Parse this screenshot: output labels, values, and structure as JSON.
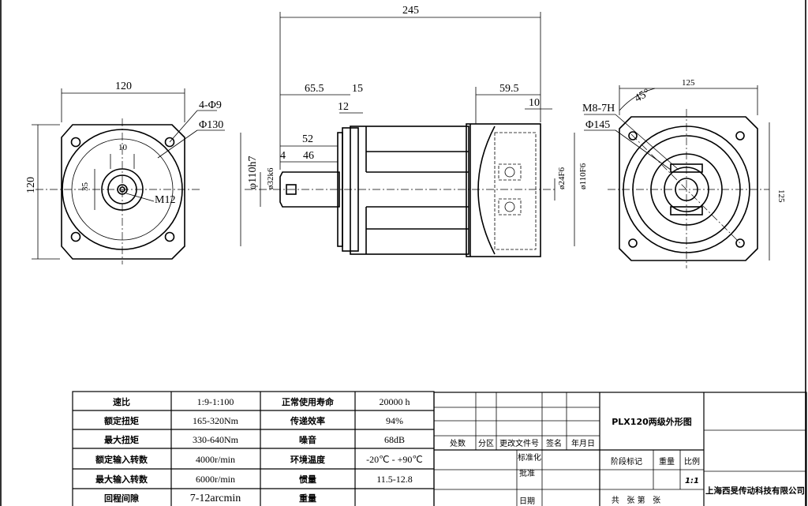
{
  "drawing": {
    "front_view_dims": {
      "width": "120",
      "height": "120",
      "holes": "4-Φ9",
      "pcd": "Φ130",
      "key": "10",
      "shaft": "35",
      "thread": "M12"
    },
    "side_view_dims": {
      "overall": "245",
      "d1": "65.5",
      "d2": "15",
      "d3": "12",
      "d4": "52",
      "d5": "4",
      "d6": "46",
      "d7": "59.5",
      "d8": "10",
      "dia_flange": "φ110h7",
      "dia_shaft": "ø32k6",
      "dia_bore": "ø24F6",
      "dia_pilot": "ø110F6"
    },
    "rear_view_dims": {
      "width": "125",
      "height": "125",
      "angle": "45°",
      "thread": "M8-7H",
      "pcd": "Φ145"
    }
  },
  "spec_table": {
    "rows": [
      [
        "速比",
        "1:9-1:100",
        "正常使用寿命",
        "20000 h"
      ],
      [
        "额定扭矩",
        "165-320Nm",
        "传递效率",
        "94%"
      ],
      [
        "最大扭矩",
        "330-640Nm",
        "噪音",
        "68dB"
      ],
      [
        "额定输入转数",
        "4000r/min",
        "环境温度",
        "-20℃ - +90℃"
      ],
      [
        "最大输入转数",
        "6000r/min",
        "惯量",
        "11.5-12.8"
      ],
      [
        "回程间隙",
        "7-12arcmin",
        "重量",
        ""
      ]
    ]
  },
  "title_block": {
    "rev_headers": [
      "处数",
      "分区",
      "更改文件号",
      "签名",
      "年月日"
    ],
    "standardization": "标准化",
    "approval": "批准",
    "date": "日期",
    "title": "PLX120两级外形图",
    "stage_mark": "阶段标记",
    "weight": "重量",
    "scale_label": "比例",
    "scale": "1:1",
    "sheets": "共   张 第   张",
    "company": "上海西旻传动科技有限公司"
  }
}
